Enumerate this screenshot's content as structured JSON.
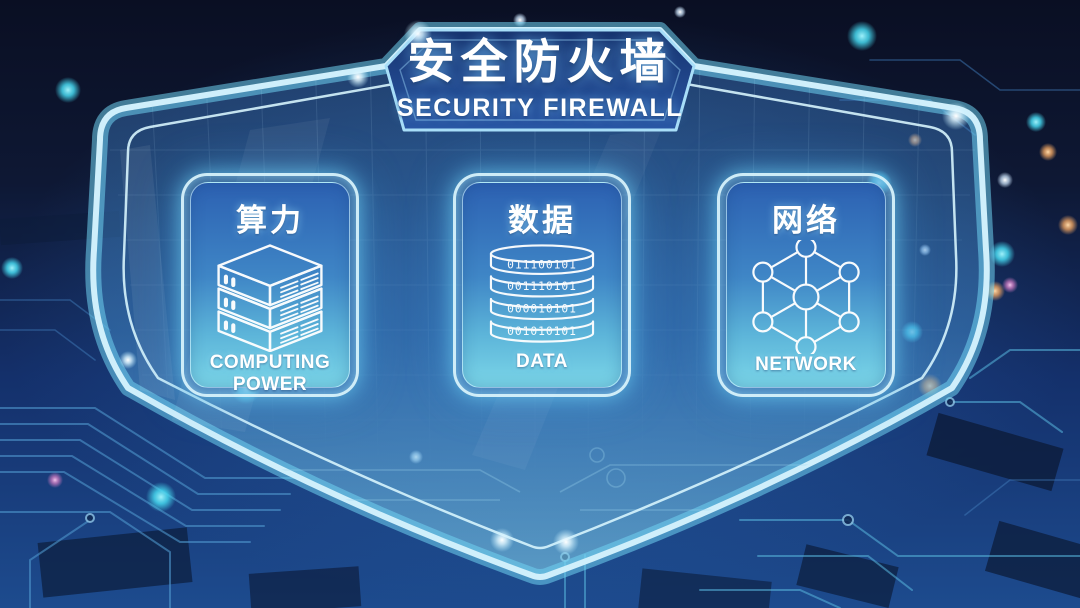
{
  "header": {
    "title_zh": "安全防火墙",
    "title_en": "SECURITY FIREWALL"
  },
  "cards": [
    {
      "id": "computing-power",
      "title_zh": "算力",
      "title_en": "COMPUTING POWER",
      "icon": "server-stack-icon"
    },
    {
      "id": "data",
      "title_zh": "数据",
      "title_en": "DATA",
      "icon": "data-disks-icon",
      "icon_rows": [
        "011100101",
        "001110101",
        "000010101",
        "001010101"
      ]
    },
    {
      "id": "network",
      "title_zh": "网络",
      "title_en": "NETWORK",
      "icon": "network-nodes-icon"
    }
  ],
  "colors": {
    "background_top": "#0a0f23",
    "background_bottom": "#1d4b8e",
    "shield_edge": "#cfeffb",
    "shield_glow": "#6fd2f0",
    "banner_fill": "#1c3a78",
    "card_top": "#2c61b2",
    "card_bottom": "#7bd6e8",
    "accent_cyan": "#45d6ee",
    "text": "#ffffff"
  }
}
